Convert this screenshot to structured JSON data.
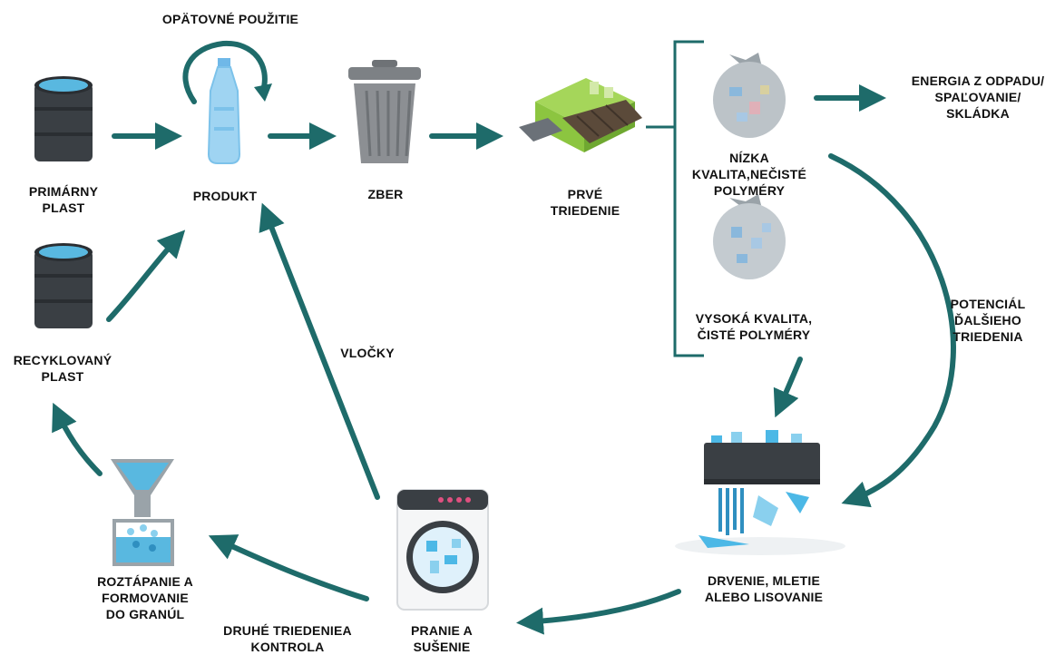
{
  "colors": {
    "arrow": "#1e6b6a",
    "text": "#111111",
    "drum": "#3a3f44",
    "drum_top": "#59b8e0",
    "bottle": "#9fd4f2",
    "bin": "#8c8f93",
    "facility_green": "#8cc540",
    "bag": "#bcc3c8",
    "water": "#4cb8e6"
  },
  "labels": {
    "reuse": "OPÄTOVNÉ POUŽITIE",
    "primary": [
      "PRIMÁRNY",
      "PLAST"
    ],
    "product": "PRODUKT",
    "collection": "ZBER",
    "first_sort": [
      "PRVÉ",
      "TRIEDENIE"
    ],
    "energy": [
      "ENERGIA Z ODPADU/",
      "SPAĽOVANIE/",
      "SKLÁDKA"
    ],
    "low_quality": [
      "NÍZKA",
      "KVALITA,NEČISTÉ",
      "POLYMÉRY"
    ],
    "high_quality": [
      "VYSOKÁ KVALITA,",
      "ČISTÉ POLYMÉRY"
    ],
    "potential": [
      "POTENCIÁL",
      "ĎALŠIEHO",
      "TRIEDENIA"
    ],
    "recycled": [
      "RECYKLOVANÝ",
      "PLAST"
    ],
    "flakes": "VLOČKY",
    "shred": [
      "DRVENIE, MLETIE",
      "ALEBO LISOVANIE"
    ],
    "wash": [
      "PRANIE A",
      "SUŠENIE"
    ],
    "second_sort": [
      "DRUHÉ TRIEDENIEA",
      "KONTROLA"
    ],
    "melt": [
      "ROZTÁPANIE A",
      "FORMOVANIE",
      "DO GRANÚL"
    ]
  }
}
